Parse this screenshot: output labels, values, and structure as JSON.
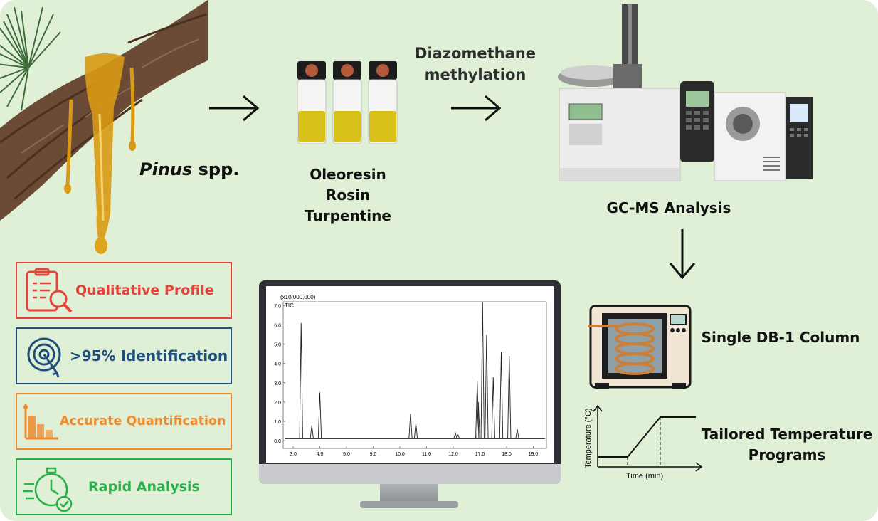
{
  "workflow": {
    "source_label_italic": "Pinus",
    "source_label_rest": " spp.",
    "samples": [
      "Oleoresin",
      "Rosin",
      "Turpentine"
    ],
    "derivatization": [
      "Diazomethane",
      "methylation"
    ],
    "instrument_label": "GC-MS Analysis",
    "column_label": "Single DB-1 Column",
    "temperature_label": [
      "Tailored Temperature",
      "Programs"
    ]
  },
  "features": [
    {
      "label": "Qualitative Profile",
      "color": "#e8413a",
      "icon": "clipboard-analysis-icon"
    },
    {
      "label": ">95% Identification",
      "color": "#1f4e7a",
      "icon": "target-icon"
    },
    {
      "label": "Accurate Quantification",
      "color": "#f08a2c",
      "icon": "bar-chart-icon"
    },
    {
      "label": "Rapid Analysis",
      "color": "#2ab04a",
      "icon": "stopwatch-icon"
    }
  ],
  "temp_plot": {
    "ylabel": "Temperature (°C)",
    "xlabel": "Time (min)"
  },
  "chart_data": {
    "type": "line",
    "title": "TIC",
    "y_scale_label": "(x10,000,000)",
    "yticks": [
      "0.0",
      "1.0",
      "2.0",
      "3.0",
      "4.0",
      "5.0",
      "6.0",
      "7.0"
    ],
    "xticks": [
      "3.0",
      "4.0",
      "5.0",
      "9.0",
      "10.0",
      "11.0",
      "12.0",
      "17.0",
      "18.0",
      "19.0"
    ],
    "xlim": [
      2.5,
      19.5
    ],
    "ylim": [
      -0.4,
      7.2
    ],
    "baseline": 0.1,
    "peaks": [
      {
        "x": 3.3,
        "y": 6.1
      },
      {
        "x": 3.7,
        "y": 0.8
      },
      {
        "x": 4.0,
        "y": 2.5
      },
      {
        "x": 10.4,
        "y": 1.4
      },
      {
        "x": 10.6,
        "y": 0.9
      },
      {
        "x": 12.4,
        "y": 0.4
      },
      {
        "x": 12.9,
        "y": 0.3
      },
      {
        "x": 16.5,
        "y": 3.1
      },
      {
        "x": 16.7,
        "y": 2.0
      },
      {
        "x": 17.1,
        "y": 7.2
      },
      {
        "x": 17.25,
        "y": 5.5
      },
      {
        "x": 17.5,
        "y": 3.3
      },
      {
        "x": 17.8,
        "y": 4.6
      },
      {
        "x": 18.1,
        "y": 4.4
      },
      {
        "x": 18.4,
        "y": 0.6
      }
    ]
  }
}
